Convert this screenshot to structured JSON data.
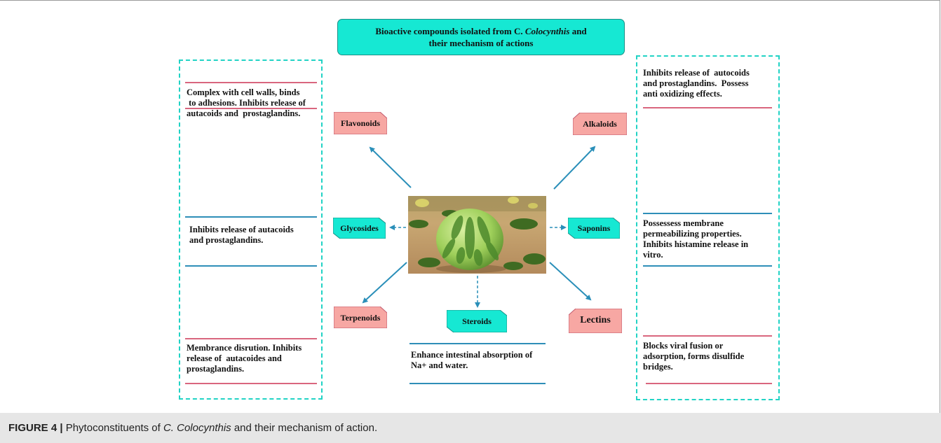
{
  "title": {
    "line1_prefix": "Bioactive compounds isolated  from C. ",
    "line1_italic": "Colocynthis",
    "line1_suffix": " and",
    "line2": "their mechanism of actions"
  },
  "compounds": {
    "flavonoids": "Flavonoids",
    "alkaloids": "Alkaloids",
    "glycosides": "Glycosides",
    "saponins": "Saponins",
    "terpenoids": "Terpenoids",
    "steroids": "Steroids",
    "lectins": "Lectins"
  },
  "mechanisms": {
    "flavonoids": [
      "Complex with cell walls, binds",
      " to adhesions. Inhibits release of",
      "autacoids and  prostaglandins."
    ],
    "glycosides": [
      "Inhibits release of autacoids",
      "and prostaglandins."
    ],
    "terpenoids": [
      "Membrance disrution. Inhibits",
      "release of  autacoides and",
      "prostaglandins."
    ],
    "alkaloids": [
      "Inhibits release of  autocoids",
      "and prostaglandins.  Possess",
      "anti oxidizing effects."
    ],
    "saponins": [
      "Possessess membrane",
      "permeabilizing properties.",
      "Inhibits histamine release in",
      "vitro."
    ],
    "lectins": [
      "Blocks viral fusion or",
      "adsorption, forms disulfide",
      "bridges."
    ],
    "steroids": [
      "Enhance intestinal absorption of",
      "Na+ and water."
    ]
  },
  "caption": {
    "label": "FIGURE 4 |",
    "text_prefix": " Phytoconstituents of ",
    "italic": "C. Colocynthis",
    "text_suffix": " and their mechanism of action."
  },
  "colors": {
    "pink_tag": "#f7a7a3",
    "teal_tag": "#16e8d3",
    "arrow": "#2a8fb9",
    "dashed_border": "#22d3c5",
    "pink_line": "#d9667e",
    "blue_line": "#2e8eb8"
  }
}
